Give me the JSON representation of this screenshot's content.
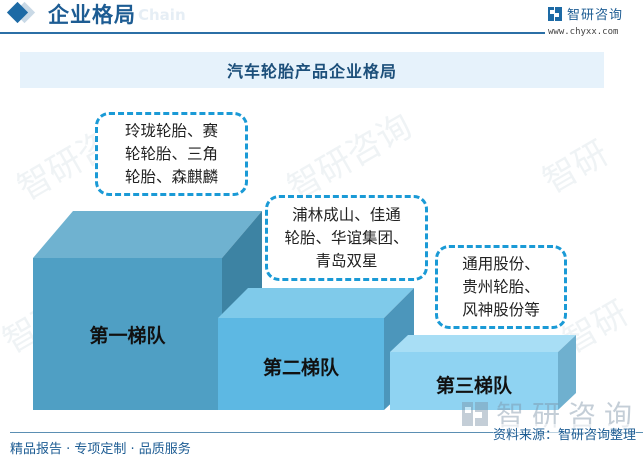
{
  "header": {
    "section_title": "企业格局",
    "ghost_text": "Chain",
    "brand_name": "智研咨询",
    "brand_url": "www.chyxx.com"
  },
  "diagram": {
    "title": "汽车轮胎产品企业格局",
    "tiers": [
      {
        "label": "第一梯队",
        "companies": "玲珑轮胎、赛\n轮轮胎、三角\n轮胎、森麒麟",
        "front_color": "#4f9fc4",
        "top_color": "#6fb2d0",
        "side_color": "#3d83a3"
      },
      {
        "label": "第二梯队",
        "companies": "浦林成山、佳通\n轮胎、华谊集团、\n青岛双星",
        "front_color": "#5db8e3",
        "top_color": "#7fcaea",
        "side_color": "#4c96bb"
      },
      {
        "label": "第三梯队",
        "companies": "通用股份、\n贵州轮胎、\n风神股份等",
        "front_color": "#8fd3f2",
        "top_color": "#a8def5",
        "side_color": "#6fb0cf"
      }
    ],
    "callout_border_color": "#1a9ad6"
  },
  "footer": {
    "slogan": "精品报告 · 专项定制 · 品质服务",
    "source": "资料来源：智研咨询整理",
    "watermark_brand": "智研咨询"
  },
  "colors": {
    "accent": "#1d6aa5",
    "title_bar_bg": "#e6f2fb"
  }
}
